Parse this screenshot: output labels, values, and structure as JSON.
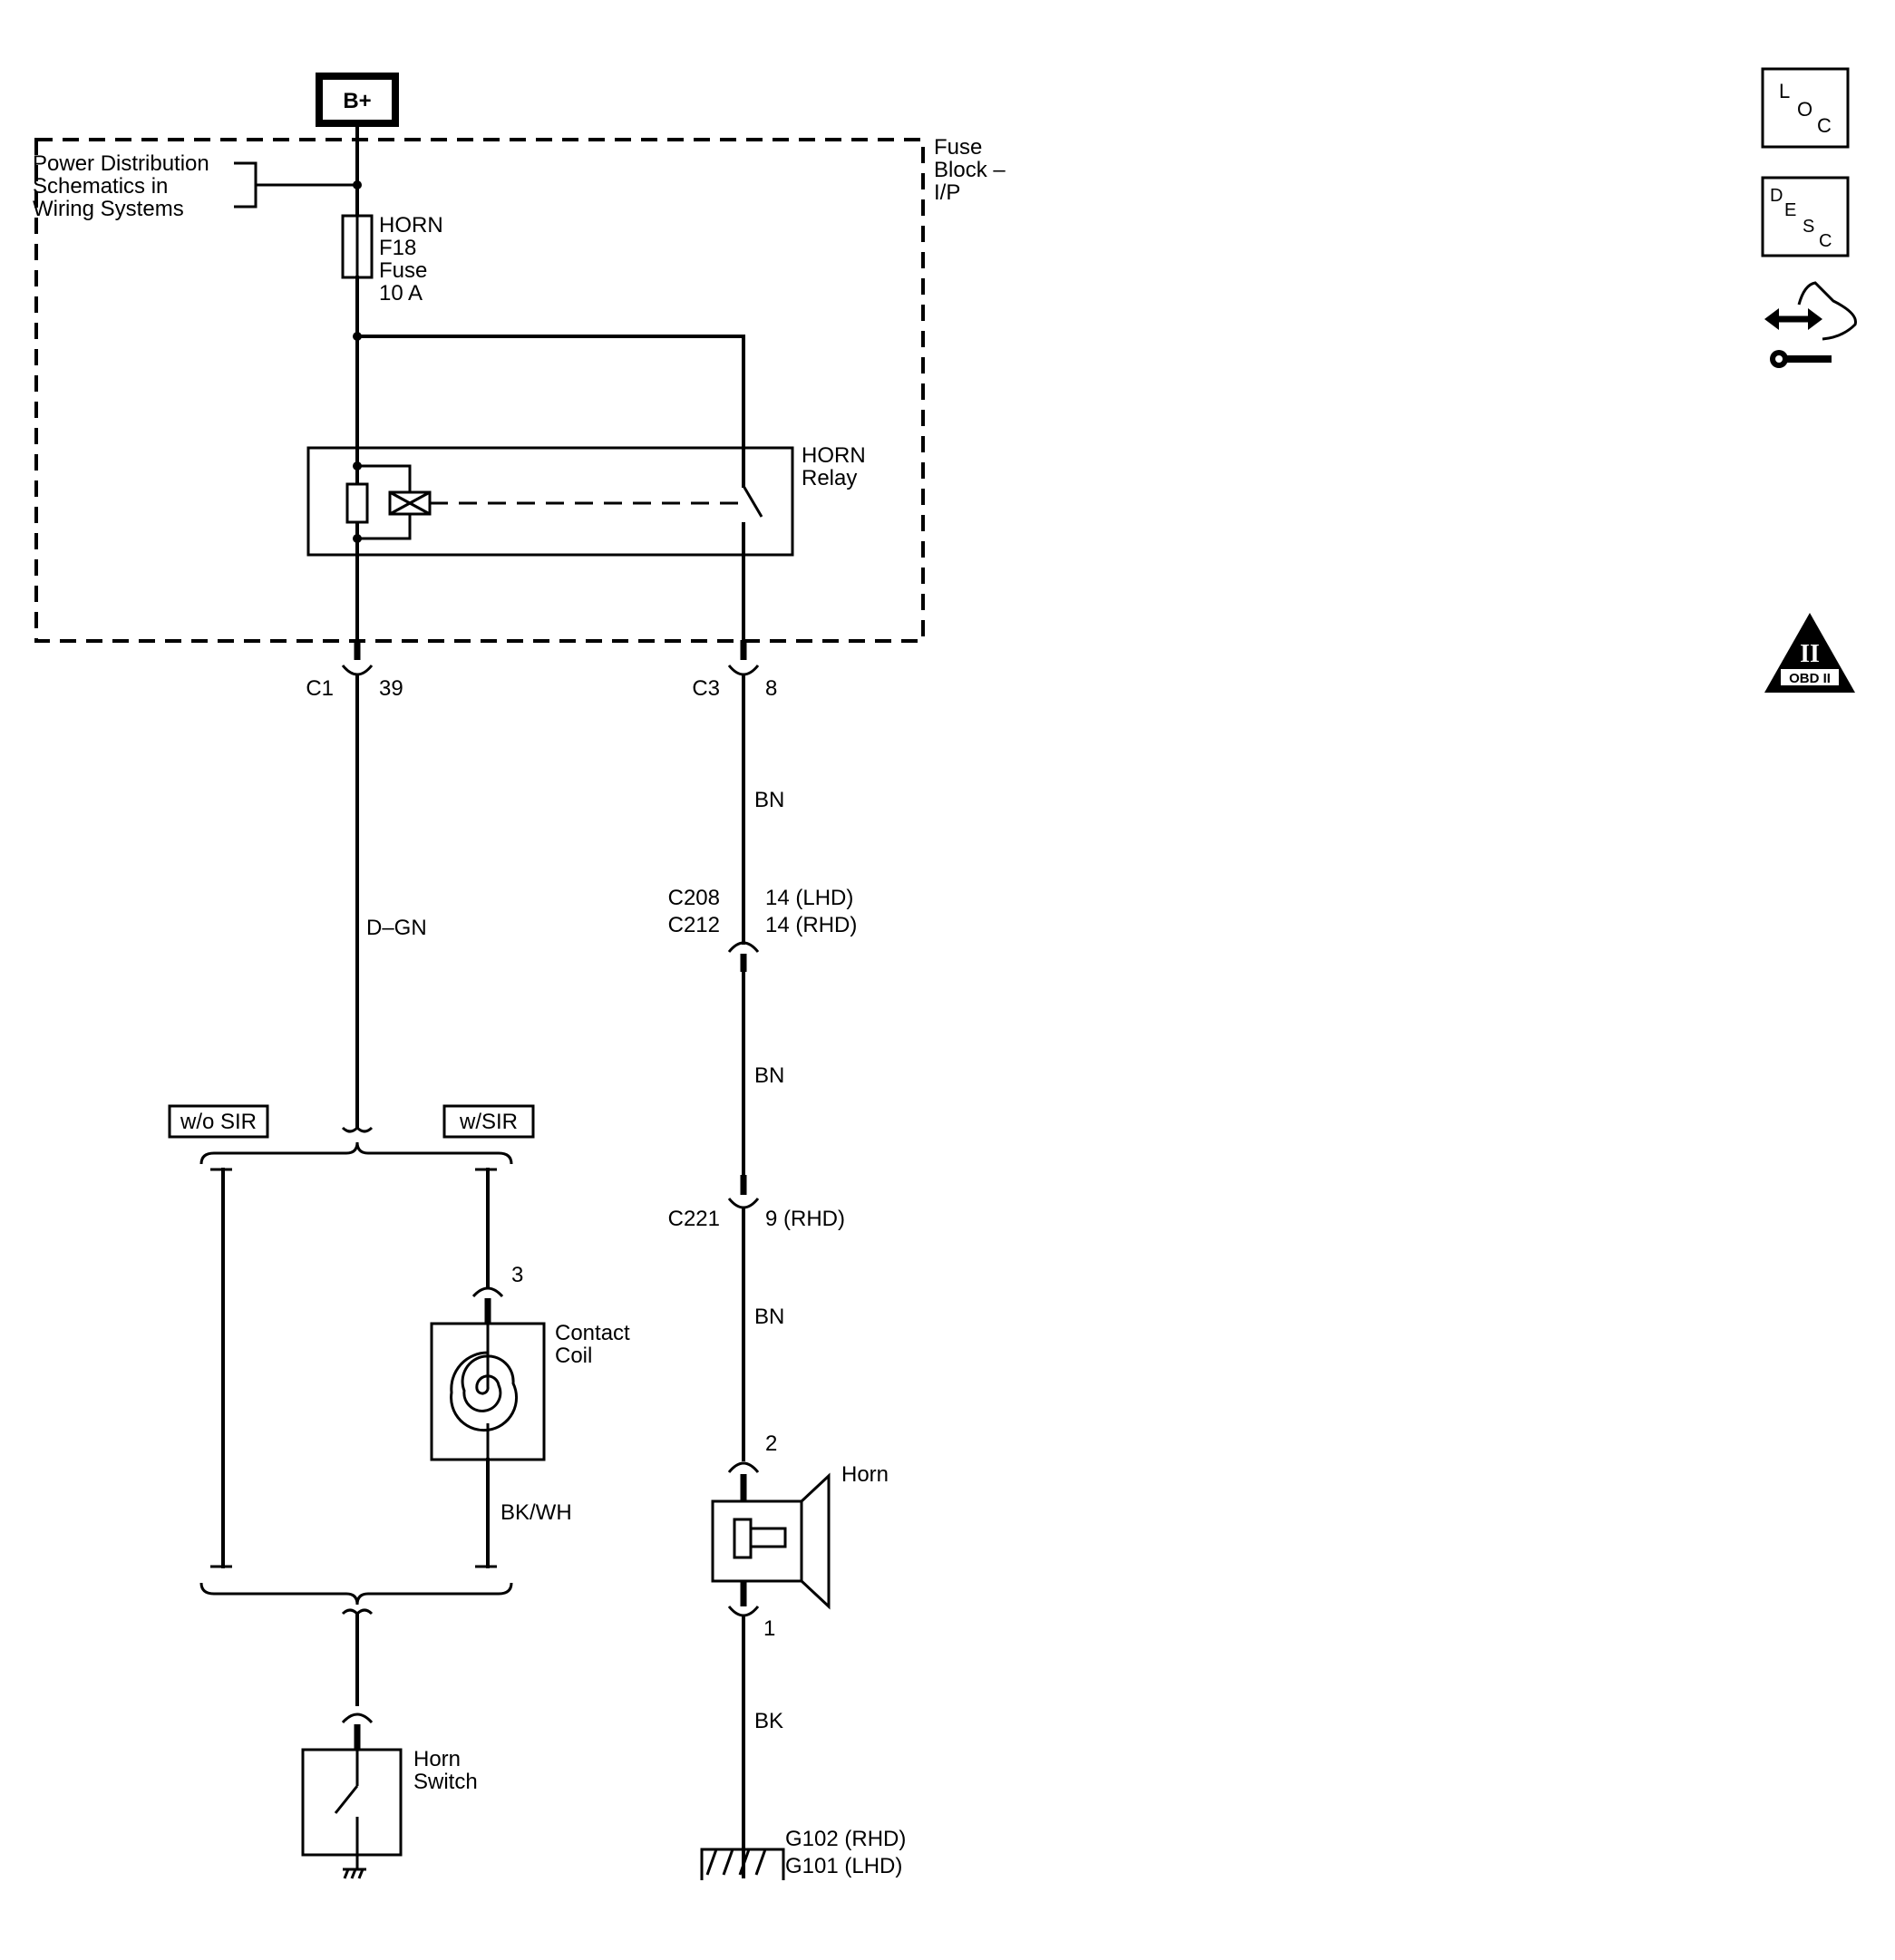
{
  "power": {
    "label": "B+"
  },
  "power_distribution": {
    "line1": "Power Distribution",
    "line2": "Schematics in",
    "line3": "Wiring Systems"
  },
  "fuse_block": {
    "line1": "Fuse",
    "line2": "Block –",
    "line3": "I/P"
  },
  "fuse": {
    "line1": "HORN",
    "line2": "F18",
    "line3": "Fuse",
    "line4": "10 A"
  },
  "relay": {
    "line1": "HORN",
    "line2": "Relay"
  },
  "connectors": {
    "c1": {
      "name": "C1",
      "pin": "39"
    },
    "c3": {
      "name": "C3",
      "pin": "8"
    },
    "c208": {
      "name": "C208",
      "pin": "14 (LHD)"
    },
    "c212": {
      "name": "C212",
      "pin": "14 (RHD)"
    },
    "c221": {
      "name": "C221",
      "pin": "9 (RHD)"
    }
  },
  "wires": {
    "dgn": "D–GN",
    "bn1": "BN",
    "bn2": "BN",
    "bn3": "BN",
    "bkwh": "BK/WH",
    "bk": "BK"
  },
  "options": {
    "without_sir": "w/o SIR",
    "with_sir": "w/SIR"
  },
  "contact_coil": {
    "pin": "3",
    "line1": "Contact",
    "line2": "Coil"
  },
  "horn": {
    "label": "Horn",
    "pin_top": "2",
    "pin_bottom": "1"
  },
  "horn_switch": {
    "line1": "Horn",
    "line2": "Switch"
  },
  "grounds": {
    "g102": "G102 (RHD)",
    "g101": "G101 (LHD)"
  },
  "side_icons": {
    "loc": {
      "l": "L",
      "o": "O",
      "c": "C"
    },
    "desc": {
      "d": "D",
      "e": "E",
      "s": "S",
      "c": "C"
    },
    "obd": {
      "numeral": "II",
      "label": "OBD II"
    },
    "names": [
      "location-icon",
      "description-icon",
      "diagnostic-icon",
      "obd-ii-icon"
    ]
  }
}
